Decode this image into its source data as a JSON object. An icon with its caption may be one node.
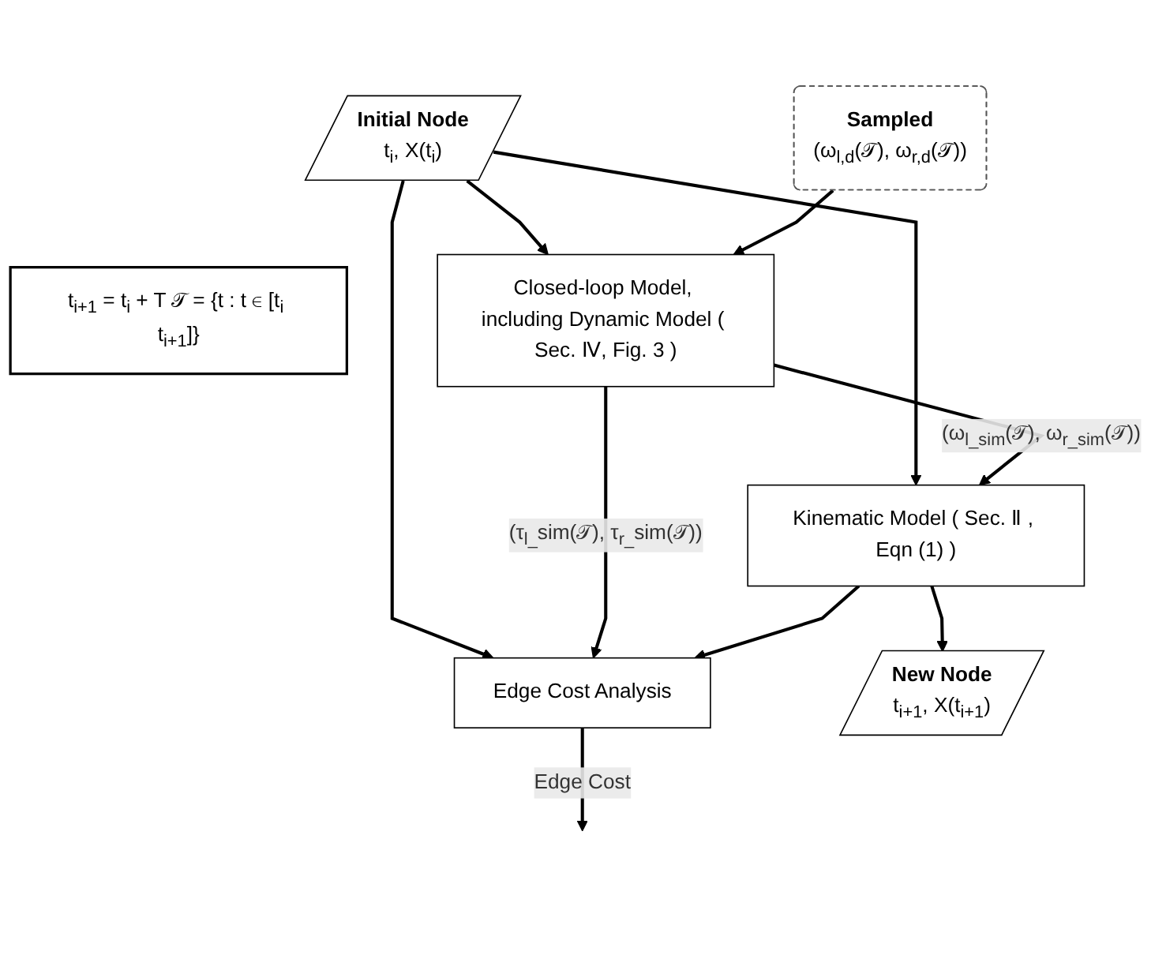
{
  "diagram": {
    "nodes": [
      {
        "text": [
          "Initial Node",
          "t$_{i}$, X(t$_{i}$)"
        ]
      },
      {
        "text": [
          "t$_{i+1}$ = t$_{i}$ + T 𝒯 = {t : t ∈ [t$_{i}$ t$_{i+1}$]}"
        ]
      },
      {
        "text": [
          "Sampled",
          "(ω$_{l,d}$(𝒯), ω$_{r,d}$(𝒯))"
        ]
      },
      {
        "text": [
          "Closed-loop Model, including Dynamic Model ( Sec. Ⅳ, Fig. 3 )"
        ]
      },
      {
        "text": [
          "Kinematic Model ( Sec. Ⅱ , Eqn (1) )"
        ]
      },
      {
        "text": [
          "Edge Cost Analysis"
        ]
      },
      {
        "text": [
          "New Node",
          "t$_{i+1}$, X(t$_{i+1}$)"
        ]
      }
    ],
    "edges": [
      {
        "from": 0,
        "to": 3,
        "arrow": "to"
      },
      {
        "from": 0,
        "to": 4,
        "arrow": "to"
      },
      {
        "from": 0,
        "to": 5,
        "arrow": "to"
      },
      {
        "from": 2,
        "to": 3,
        "arrow": "to"
      },
      {
        "from": 3,
        "to": 5,
        "arrow": "to",
        "label": "(τ$_{l_}$sim(𝒯), τ$_{r_}$sim(𝒯))"
      },
      {
        "from": 3,
        "to": 4,
        "arrow": "to",
        "label": "(ω$_{l_sim}$(𝒯), ω$_{r_sim}$(𝒯))"
      },
      {
        "from": 4,
        "to": 6,
        "arrow": "to"
      },
      {
        "from": 4,
        "to": 5,
        "arrow": "to"
      },
      {
        "from": 5,
        "to": null,
        "arrow": "to",
        "label": "Edge Cost"
      }
    ]
  }
}
